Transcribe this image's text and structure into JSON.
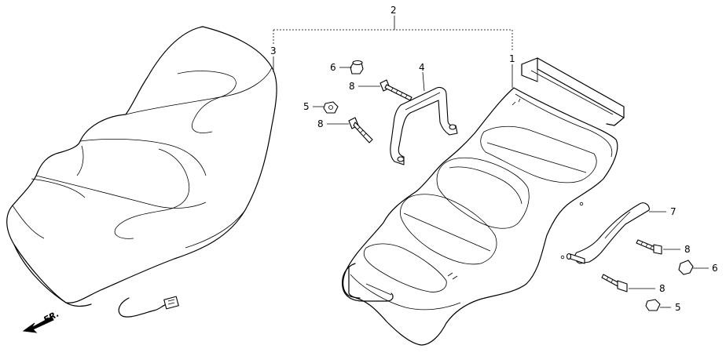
{
  "callouts": {
    "c1": "1",
    "c2": "2",
    "c3": "3",
    "c4": "4",
    "c5a": "5",
    "c5b": "5",
    "c6a": "6",
    "c6b": "6",
    "c7": "7",
    "c8a": "8",
    "c8b": "8",
    "c8c": "8",
    "c8d": "8"
  },
  "direction_marker": {
    "label": "FR.",
    "icon": "arrow-down-left-icon"
  },
  "colors": {
    "line": "#000000",
    "background": "#ffffff"
  }
}
